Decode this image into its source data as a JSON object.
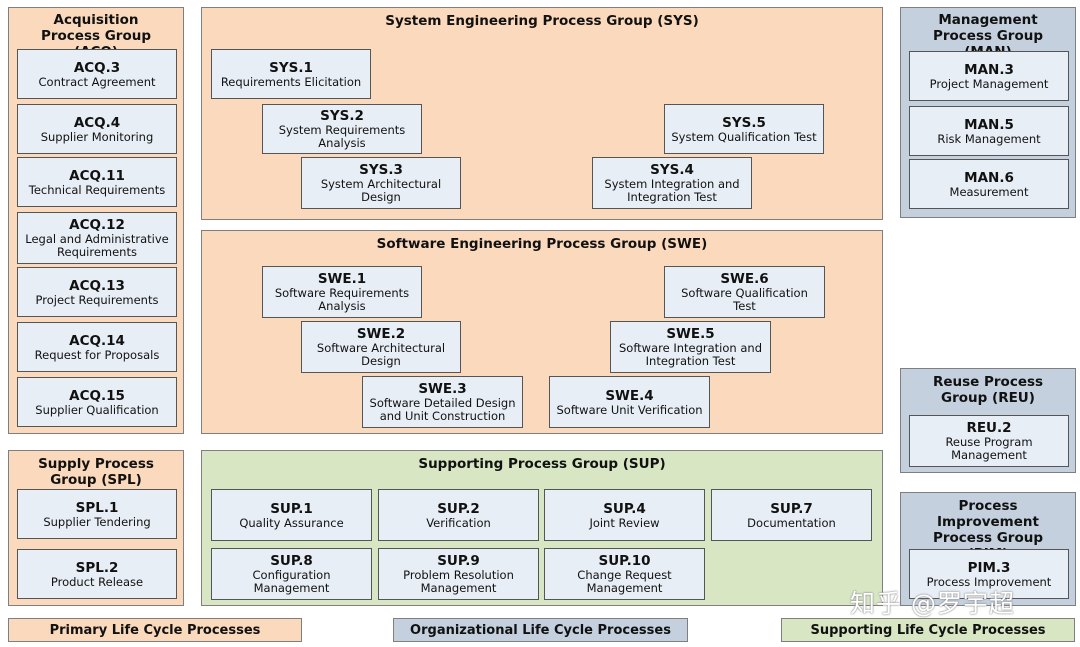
{
  "groups": {
    "acq": {
      "title": "Acquisition Process Group (ACQ)",
      "items": [
        {
          "id": "ACQ.3",
          "name": "Contract Agreement"
        },
        {
          "id": "ACQ.4",
          "name": "Supplier Monitoring"
        },
        {
          "id": "ACQ.11",
          "name": "Technical Requirements"
        },
        {
          "id": "ACQ.12",
          "name": "Legal and Administrative Requirements"
        },
        {
          "id": "ACQ.13",
          "name": "Project Requirements"
        },
        {
          "id": "ACQ.14",
          "name": "Request for Proposals"
        },
        {
          "id": "ACQ.15",
          "name": "Supplier Qualification"
        }
      ]
    },
    "spl": {
      "title": "Supply Process Group (SPL)",
      "items": [
        {
          "id": "SPL.1",
          "name": "Supplier Tendering"
        },
        {
          "id": "SPL.2",
          "name": "Product Release"
        }
      ]
    },
    "sys": {
      "title": "System Engineering Process Group (SYS)",
      "items": [
        {
          "id": "SYS.1",
          "name": "Requirements Elicitation"
        },
        {
          "id": "SYS.2",
          "name": "System Requirements Analysis"
        },
        {
          "id": "SYS.3",
          "name": "System Architectural Design"
        },
        {
          "id": "SYS.4",
          "name": "System Integration and Integration Test"
        },
        {
          "id": "SYS.5",
          "name": "System Qualification Test"
        }
      ]
    },
    "swe": {
      "title": "Software Engineering Process Group (SWE)",
      "items": [
        {
          "id": "SWE.1",
          "name": "Software Requirements Analysis"
        },
        {
          "id": "SWE.2",
          "name": "Software Architectural Design"
        },
        {
          "id": "SWE.3",
          "name": "Software Detailed Design and Unit Construction"
        },
        {
          "id": "SWE.4",
          "name": "Software Unit Verification"
        },
        {
          "id": "SWE.5",
          "name": "Software Integration and Integration Test"
        },
        {
          "id": "SWE.6",
          "name": "Software Qualification Test"
        }
      ]
    },
    "sup": {
      "title": "Supporting Process Group (SUP)",
      "items": [
        {
          "id": "SUP.1",
          "name": "Quality Assurance"
        },
        {
          "id": "SUP.2",
          "name": "Verification"
        },
        {
          "id": "SUP.4",
          "name": "Joint Review"
        },
        {
          "id": "SUP.7",
          "name": "Documentation"
        },
        {
          "id": "SUP.8",
          "name": "Configuration Management"
        },
        {
          "id": "SUP.9",
          "name": "Problem Resolution Management"
        },
        {
          "id": "SUP.10",
          "name": "Change Request Management"
        }
      ]
    },
    "man": {
      "title": "Management Process Group (MAN)",
      "items": [
        {
          "id": "MAN.3",
          "name": "Project Management"
        },
        {
          "id": "MAN.5",
          "name": "Risk Management"
        },
        {
          "id": "MAN.6",
          "name": "Measurement"
        }
      ]
    },
    "reu": {
      "title": "Reuse Process Group (REU)",
      "items": [
        {
          "id": "REU.2",
          "name": "Reuse Program Management"
        }
      ]
    },
    "pim": {
      "title": "Process Improvement Process Group (PIM)",
      "items": [
        {
          "id": "PIM.3",
          "name": "Process Improvement"
        }
      ]
    }
  },
  "legend": {
    "primary": "Primary Life Cycle Processes",
    "organizational": "Organizational Life Cycle Processes",
    "supporting": "Supporting Life Cycle Processes"
  },
  "colors": {
    "primary": "#fbd9bd",
    "organizational": "#c4d0de",
    "supporting": "#d8e6c4",
    "process_box": "#e8eef6"
  },
  "watermark": "知乎 @罗宇超"
}
